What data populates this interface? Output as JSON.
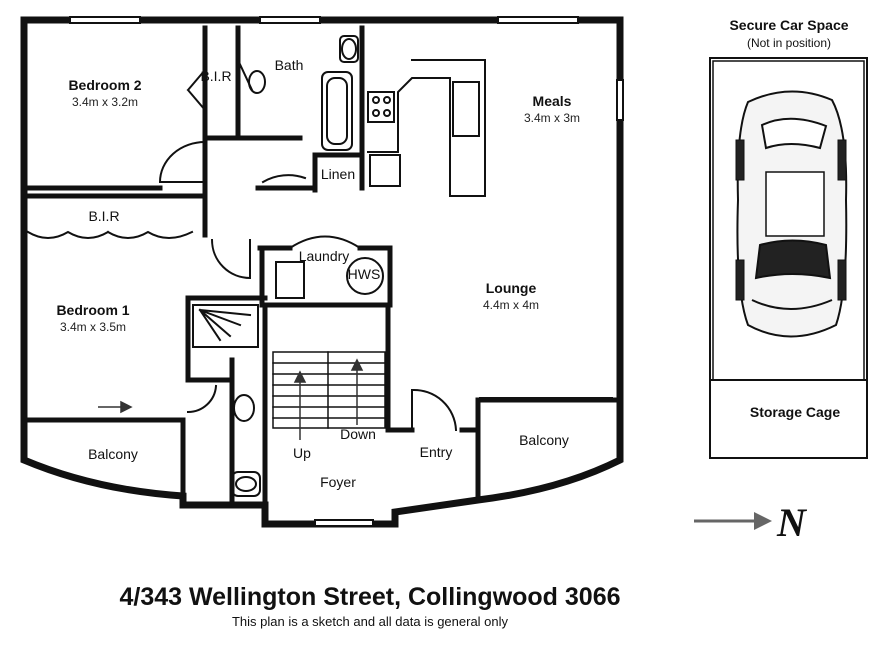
{
  "plan": {
    "rooms": {
      "bedroom2": {
        "name": "Bedroom 2",
        "dims": "3.4m x 3.2m"
      },
      "bir_top": {
        "name": "B.I.R"
      },
      "bath": {
        "name": "Bath"
      },
      "meals": {
        "name": "Meals",
        "dims": "3.4m x 3m"
      },
      "linen": {
        "name": "Linen"
      },
      "bir_left": {
        "name": "B.I.R"
      },
      "laundry": {
        "name": "Laundry"
      },
      "hws": {
        "name": "HWS"
      },
      "lounge": {
        "name": "Lounge",
        "dims": "4.4m x 4m"
      },
      "bedroom1": {
        "name": "Bedroom 1",
        "dims": "3.4m x 3.5m"
      },
      "up": {
        "name": "Up"
      },
      "down": {
        "name": "Down"
      },
      "entry": {
        "name": "Entry"
      },
      "balcony_left": {
        "name": "Balcony"
      },
      "balcony_right": {
        "name": "Balcony"
      },
      "foyer": {
        "name": "Foyer"
      }
    }
  },
  "car_space": {
    "title": "Secure Car Space",
    "subtitle": "(Not in position)",
    "storage_label": "Storage Cage"
  },
  "north_arrow": {
    "label": "N"
  },
  "footer": {
    "address": "4/343 Wellington Street, Collingwood 3066",
    "disclaimer": "This plan is a sketch and all data is general only"
  }
}
